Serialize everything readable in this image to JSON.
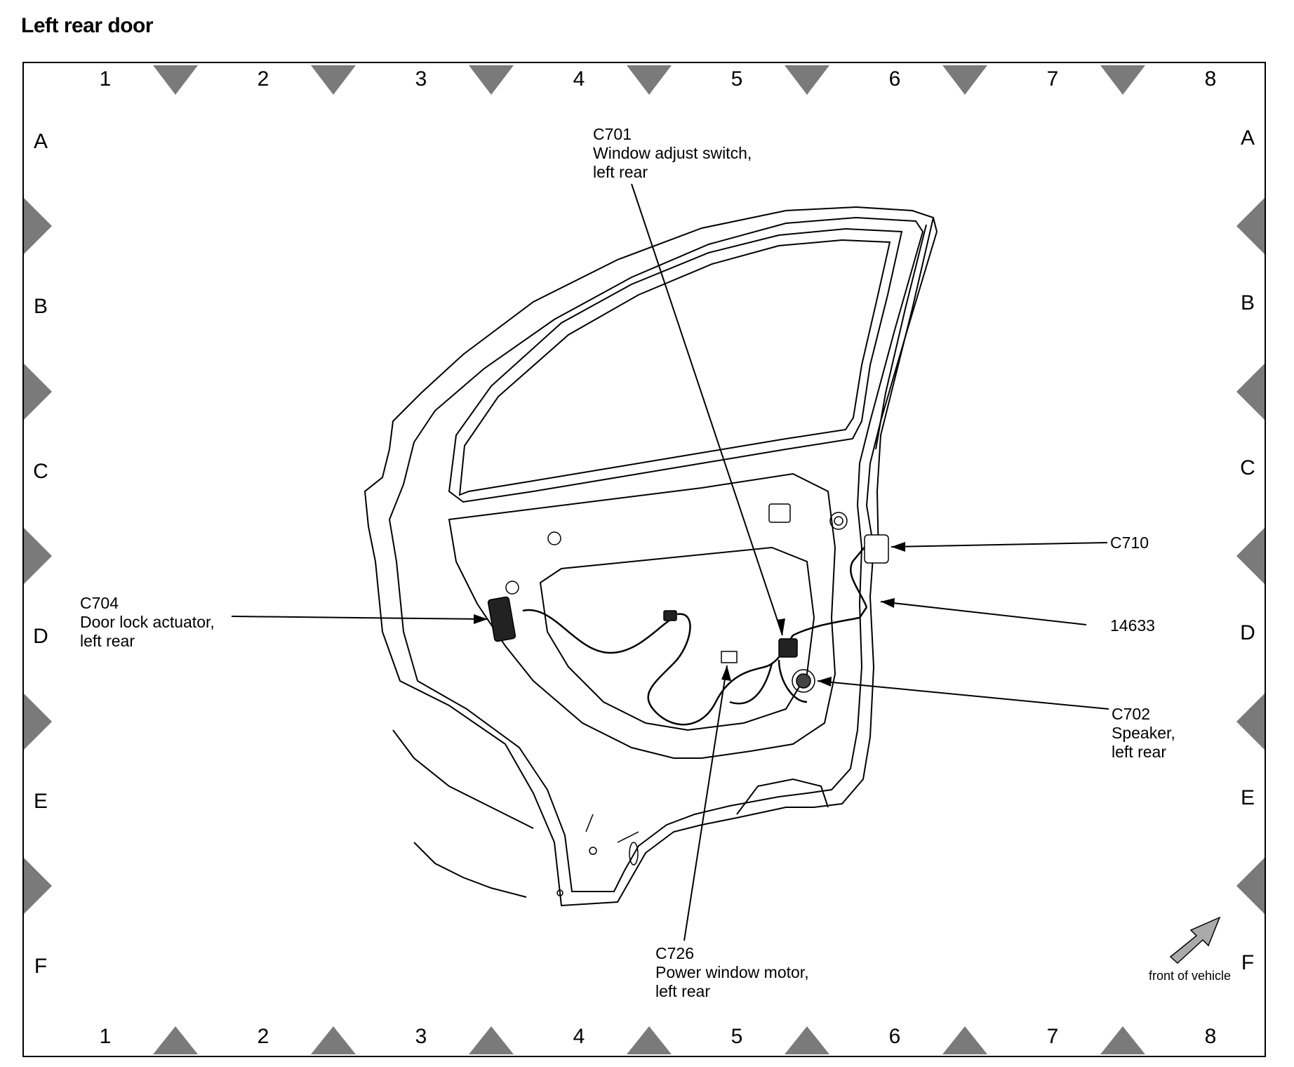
{
  "title": "Left rear door",
  "grid": {
    "columns": [
      "1",
      "2",
      "3",
      "4",
      "5",
      "6",
      "7",
      "8"
    ],
    "rows": [
      "A",
      "B",
      "C",
      "D",
      "E",
      "F"
    ]
  },
  "callouts": {
    "c701": {
      "code": "C701",
      "line1": "Window adjust switch,",
      "line2": "left rear"
    },
    "c704": {
      "code": "C704",
      "line1": "Door lock actuator,",
      "line2": "left rear"
    },
    "c710": {
      "code": "C710"
    },
    "n14633": {
      "code": "14633"
    },
    "c702": {
      "code": "C702",
      "line1": "Speaker,",
      "line2": "left rear"
    },
    "c726": {
      "code": "C726",
      "line1": "Power window motor,",
      "line2": "left rear"
    }
  },
  "front_of_vehicle": "front of vehicle",
  "colors": {
    "line": "#000000",
    "marker": "#7a7a7a",
    "background": "#ffffff"
  }
}
